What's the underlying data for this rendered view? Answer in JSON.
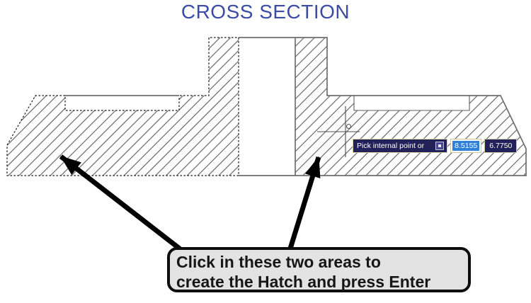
{
  "title": {
    "text": "CROSS SECTION"
  },
  "tooltip": {
    "prompt": "Pick internal point or",
    "x_value": "8.5155",
    "y_value": "6.7750"
  },
  "callout": {
    "line1": "Click in these two areas to",
    "line2": "create the Hatch and press Enter"
  },
  "icons": {
    "dynamic_input_options": "dynamic-input-options-icon",
    "crosshair": "crosshair-cursor",
    "arrows": "annotation-arrow"
  },
  "colors": {
    "title_blue": "#3c4ca4",
    "tooltip_bg": "#23215a",
    "tooltip_border": "#d9d3a4",
    "value_highlight": "#2f80d8",
    "callout_bg": "#e3e3e3",
    "callout_border": "#0d0d0d",
    "part_outline": "#6f6f6f",
    "hatch_lines": "#4a4a4a",
    "boundary_dash": "#1a1a1a"
  }
}
